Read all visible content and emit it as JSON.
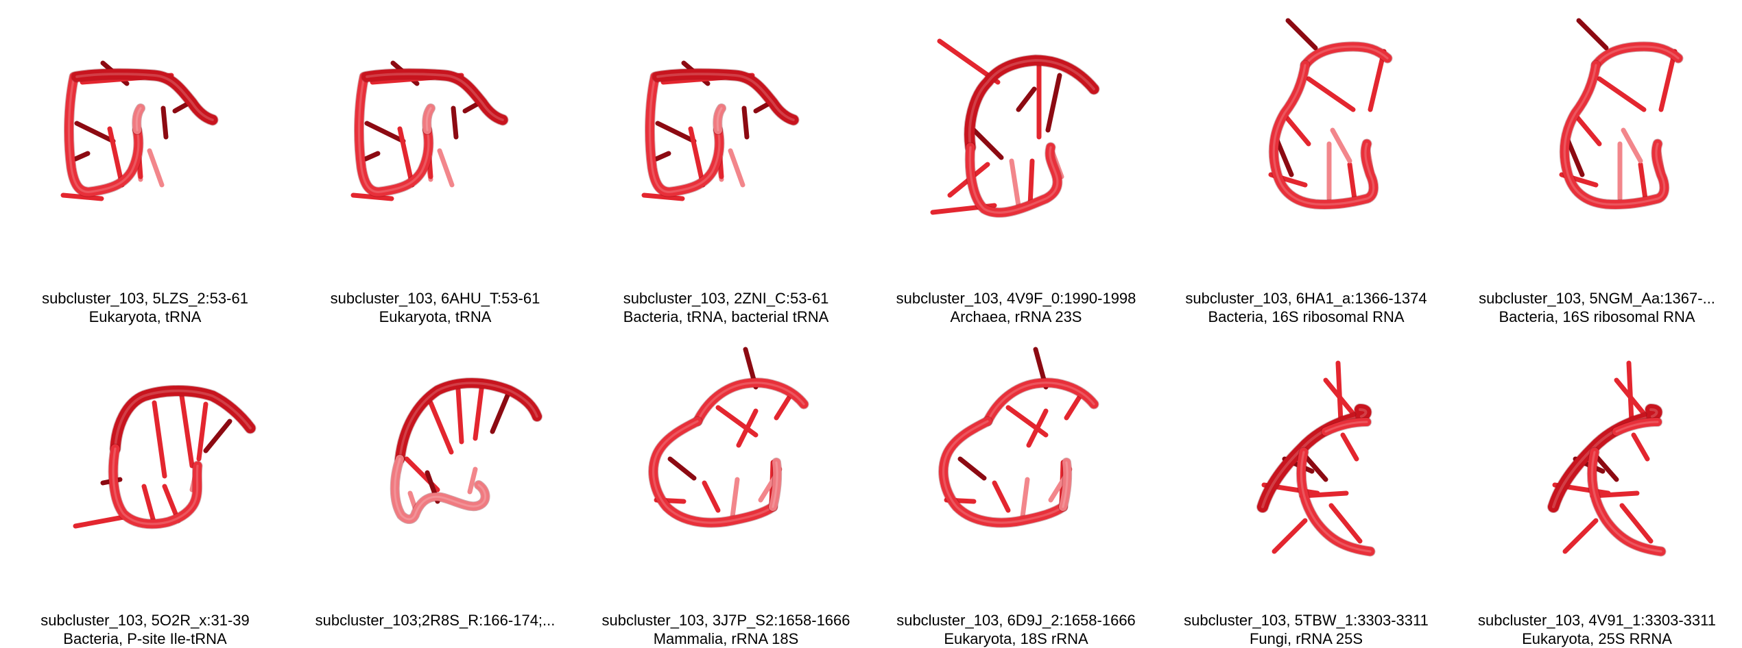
{
  "colors": {
    "background": "#ffffff",
    "strand_dark": "#c8141e",
    "strand_mid": "#e8303a",
    "strand_light": "#f07a80",
    "base_dark": "#8c0a12",
    "base_red": "#e3262f",
    "base_pale": "#f2868b"
  },
  "panels": [
    {
      "line1": "subcluster_103, 5LZS_2:53-61",
      "line2": "Eukaryota, tRNA",
      "shape": "trna"
    },
    {
      "line1": "subcluster_103, 6AHU_T:53-61",
      "line2": "Eukaryota, tRNA",
      "shape": "trna"
    },
    {
      "line1": "subcluster_103, 2ZNI_C:53-61",
      "line2": "Bacteria, tRNA, bacterial tRNA",
      "shape": "trna"
    },
    {
      "line1": "subcluster_103, 4V9F_0:1990-1998",
      "line2": "Archaea, rRNA 23S",
      "shape": "loop"
    },
    {
      "line1": "subcluster_103, 6HA1_a:1366-1374",
      "line2": "Bacteria, 16S ribosomal RNA",
      "shape": "rrna16"
    },
    {
      "line1": "subcluster_103, 5NGM_Aa:1367-...",
      "line2": "Bacteria, 16S ribosomal RNA",
      "shape": "rrna16"
    },
    {
      "line1": "subcluster_103, 5O2R_x:31-39",
      "line2": "Bacteria, P-site Ile-tRNA",
      "shape": "arch"
    },
    {
      "line1": "subcluster_103;2R8S_R:166-174;...",
      "line2": "",
      "shape": "twist"
    },
    {
      "line1": "subcluster_103, 3J7P_S2:1658-1666",
      "line2": "Mammalia, rRNA 18S",
      "shape": "wide"
    },
    {
      "line1": "subcluster_103, 6D9J_2:1658-1666",
      "line2": "Eukaryota, 18S rRNA",
      "shape": "wide"
    },
    {
      "line1": "subcluster_103, 5TBW_1:3303-3311",
      "line2": "Fungi, rRNA 25S",
      "shape": "helix"
    },
    {
      "line1": "subcluster_103, 4V91_1:3303-3311",
      "line2": "Eukaryota, 25S RRNA",
      "shape": "helix"
    }
  ]
}
